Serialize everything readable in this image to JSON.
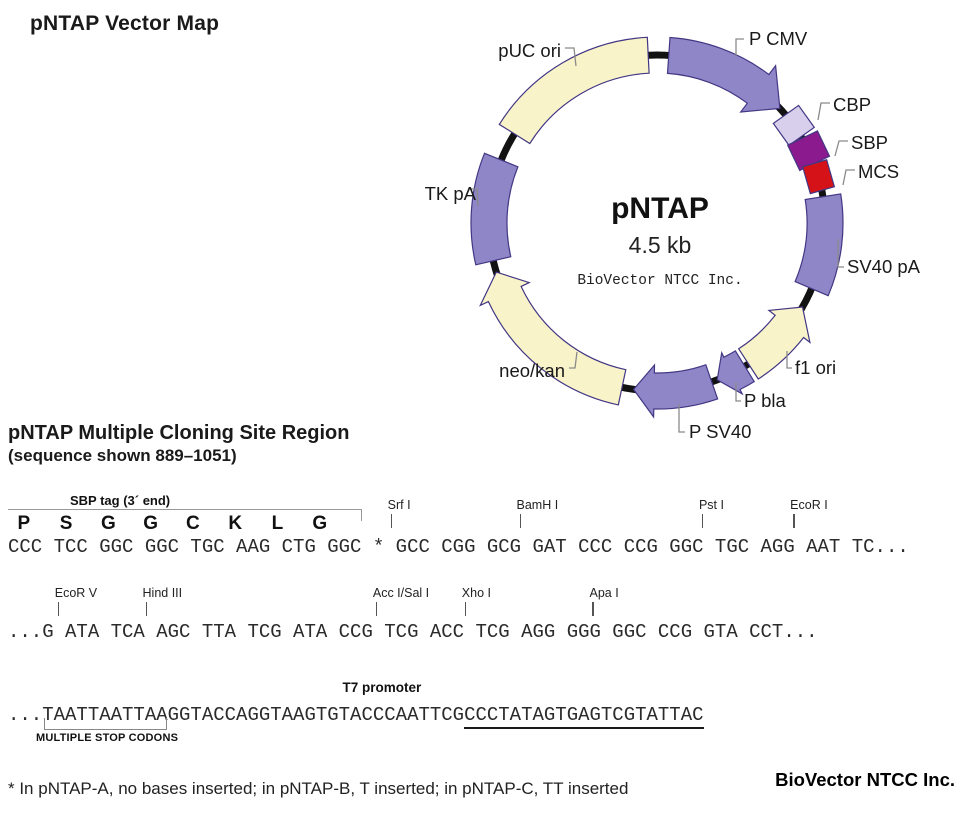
{
  "page": {
    "title": "pNTAP Vector Map"
  },
  "plasmid": {
    "name": "pNTAP",
    "size": "4.5 kb",
    "center_brand": "BioVector NTCC Inc.",
    "features": [
      {
        "id": "pcmv",
        "label": "P CMV"
      },
      {
        "id": "cbp",
        "label": "CBP"
      },
      {
        "id": "sbp",
        "label": "SBP"
      },
      {
        "id": "mcs",
        "label": "MCS"
      },
      {
        "id": "sv40pa",
        "label": "SV40 pA"
      },
      {
        "id": "f1ori",
        "label": "f1 ori"
      },
      {
        "id": "pbla",
        "label": "P bla"
      },
      {
        "id": "psv40",
        "label": "P SV40"
      },
      {
        "id": "neokan",
        "label": "neo/kan"
      },
      {
        "id": "tkpa",
        "label": "TK pA"
      },
      {
        "id": "pucori",
        "label": "pUC ori"
      }
    ],
    "colors": {
      "purple": "#8F86C8",
      "cream": "#F8F3C8",
      "lavender": "#D8CFEC",
      "magenta": "#8B1A8E",
      "red": "#D41218",
      "outline": "#433784",
      "backbone": "#121212"
    }
  },
  "mcs_region": {
    "title": "pNTAP Multiple Cloning Site Region",
    "subtitle": "(sequence shown 889–1051)",
    "sbp_tag_label": "SBP tag (3´ end)",
    "amino_acids": [
      "P",
      "S",
      "G",
      "G",
      "C",
      "K",
      "L",
      "G"
    ],
    "line1": {
      "sequence": "CCC TCC GGC GGC TGC AAG CTG GGC * GCC CGG GCG GAT CCC CCG GGC TGC AGG AAT TC...",
      "enzymes": [
        {
          "label": "Srf I",
          "ch": 33.3
        },
        {
          "label": "BamH I",
          "ch": 44.6
        },
        {
          "label": "Pst I",
          "ch": 60.6
        },
        {
          "label": "EcoR I",
          "ch": 68.6
        }
      ]
    },
    "line2": {
      "sequence": "...G ATA TCA AGC TTA TCG ATA CCG TCG ACC TCG AGG GGG GGC CCG GTA CCT...",
      "enzymes": [
        {
          "label": "EcoR V",
          "ch": 4.1
        },
        {
          "label": "Hind III",
          "ch": 11.8
        },
        {
          "label": "Acc I/Sal I",
          "ch": 32.0
        },
        {
          "label": "Xho I",
          "ch": 39.8
        },
        {
          "label": "Apa I",
          "ch": 51.0
        }
      ]
    },
    "line3": {
      "prefix": "...TAATTAATTAAGGTACCAGGTAAGTGTACCCAATTCG",
      "t7_sequence": "CCCTATAGTGAGTCGTATTAC",
      "t7_label": "T7 promoter",
      "stop_label": "MULTIPLE STOP CODONS"
    }
  },
  "footnote": "* In pNTAP-A, no bases inserted; in pNTAP-B, T inserted; in pNTAP-C, TT inserted",
  "brand": "BioVector NTCC Inc."
}
